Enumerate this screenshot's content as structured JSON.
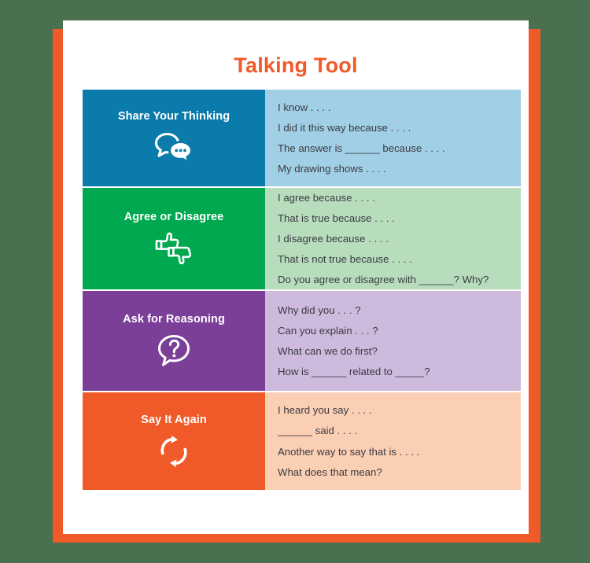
{
  "title": "Talking Tool",
  "colors": {
    "background": "#4a7050",
    "card": "#ffffff",
    "accent_orange": "#f05a28",
    "blue": "#0b7bab",
    "blue_pale": "#a0cfe6",
    "green": "#00a94f",
    "green_pale": "#b7ddbd",
    "purple": "#7b3f98",
    "purple_pale": "#cebadd",
    "orange": "#f05a28",
    "orange_pale": "#fbcfb4",
    "text": "#3b3b42"
  },
  "rows": [
    {
      "label": "Share Your Thinking",
      "icon": "speech-bubbles-icon",
      "phrases": [
        "I know . . . .",
        "I did it this way because . . . .",
        "The answer is ______ because . . . .",
        "My drawing shows . . . ."
      ]
    },
    {
      "label": "Agree or Disagree",
      "icon": "thumbs-up-down-icon",
      "phrases": [
        "I agree because . . . .",
        "That is true because . . . .",
        "I disagree because . . . .",
        "That is not true because . . . .",
        "Do you agree or disagree with ______? Why?"
      ]
    },
    {
      "label": "Ask for Reasoning",
      "icon": "question-bubble-icon",
      "phrases": [
        "Why did you . . . ?",
        "Can you explain . . . ?",
        "What can we do first?",
        "How is ______ related to _____?"
      ]
    },
    {
      "label": "Say It Again",
      "icon": "refresh-loop-icon",
      "phrases": [
        "I heard you say . . . .",
        "______ said . . . .",
        "Another way to say that is . . . .",
        "What does that mean?"
      ]
    }
  ]
}
